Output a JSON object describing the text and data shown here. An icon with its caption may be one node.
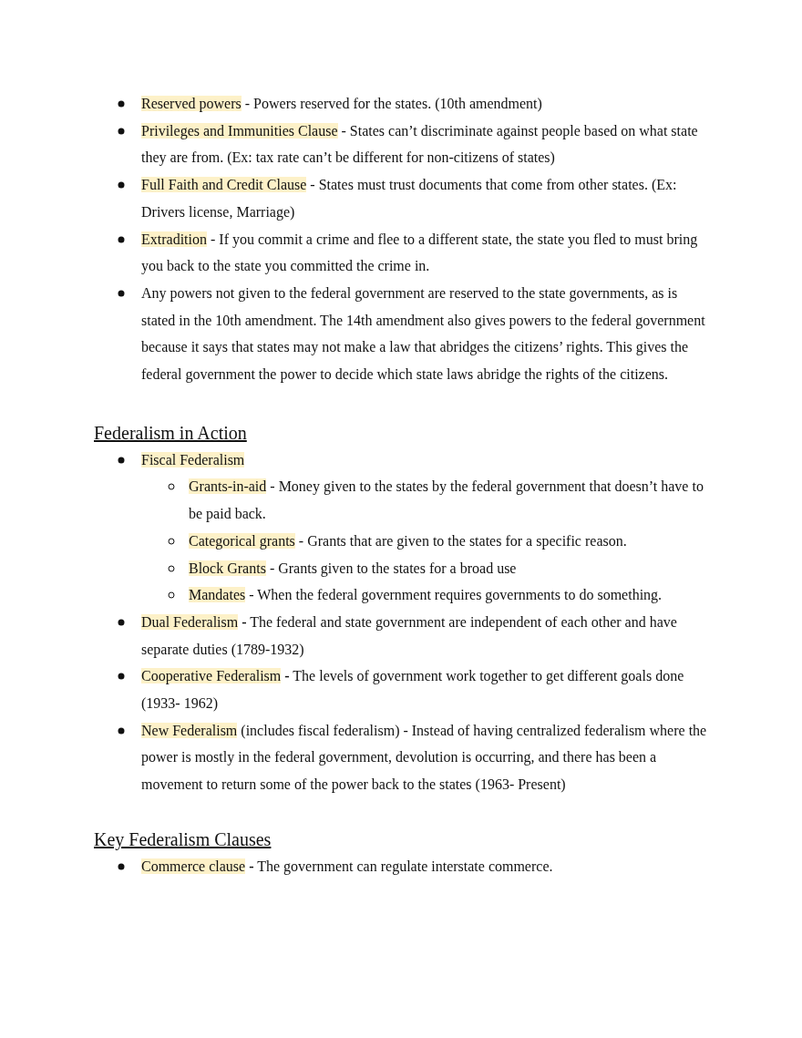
{
  "diagram": {
    "nodes": [
      {
        "text": [
          "Reserved powers"
        ],
        "beside": [
          "- Powers reserved for the states. (10th amendment)"
        ]
      },
      {
        "text": [
          "Privileges and Immunities Clause"
        ],
        "beside": [
          "- States can’t discriminate against people based on what state they are from. (Ex: tax rate can’t be different for non-citizens of states)"
        ]
      },
      {
        "text": [
          "Full Faith and Credit Clause"
        ],
        "beside": [
          "- States must trust documents that come from other states. (Ex: Drivers license, Marriage)"
        ]
      },
      {
        "text": [
          "Extradition"
        ],
        "beside": [
          "- If you commit a crime and flee to a different state, the state you fled to must bring you back to the state you committed the crime in."
        ]
      },
      {
        "text": [
          "Fiscal Federalism"
        ]
      },
      {
        "text": [
          "Grants-in-aid"
        ],
        "beside": [
          "- Money given to the states by the federal government that doesn’t have to be paid back."
        ]
      },
      {
        "text": [
          "Categorical grants"
        ],
        "beside": [
          "- Grants that are given to the states for a specific reason."
        ]
      },
      {
        "text": [
          "Block Grants"
        ],
        "beside": [
          "- Grants given to the states for a broad use"
        ]
      },
      {
        "text": [
          "Mandates"
        ],
        "beside": [
          "- When the federal government requires governments to do something."
        ]
      },
      {
        "text": [
          "Dual Federalism"
        ],
        "beside": [
          "**-** The federal and state government are independent of each other and have separate duties (1789-1932)"
        ]
      },
      {
        "text": [
          "Cooperative Federalism"
        ],
        "beside": [
          "**-** The levels of government work together to get different goals done (1933- 1962)"
        ]
      },
      {
        "text": [
          "New Federalism"
        ],
        "beside": [
          "(includes fiscal federalism) - Instead of having centralized federalism where the power is mostly in the federal government, devolution is occurring, and there has been a movement to return some of the power back to the states (1963- Present)"
        ]
      },
      {
        "text": [
          "Commerce clause"
        ],
        "beside": [
          "**-** The government can regulate interstate commerce."
        ]
      }
    ],
    "labels": [
      "Any powers not given to the federal government are reserved to the state governments, as is stated in the 10th amendment. The 14th amendment also gives powers to the federal government because it says that states may not make a law that abridges the citizens’ rights. This gives the federal government the power to decide which state laws abridge the rights of the citizens.",
      "Federalism in Action",
      "Key Federalism Clauses"
    ]
  }
}
